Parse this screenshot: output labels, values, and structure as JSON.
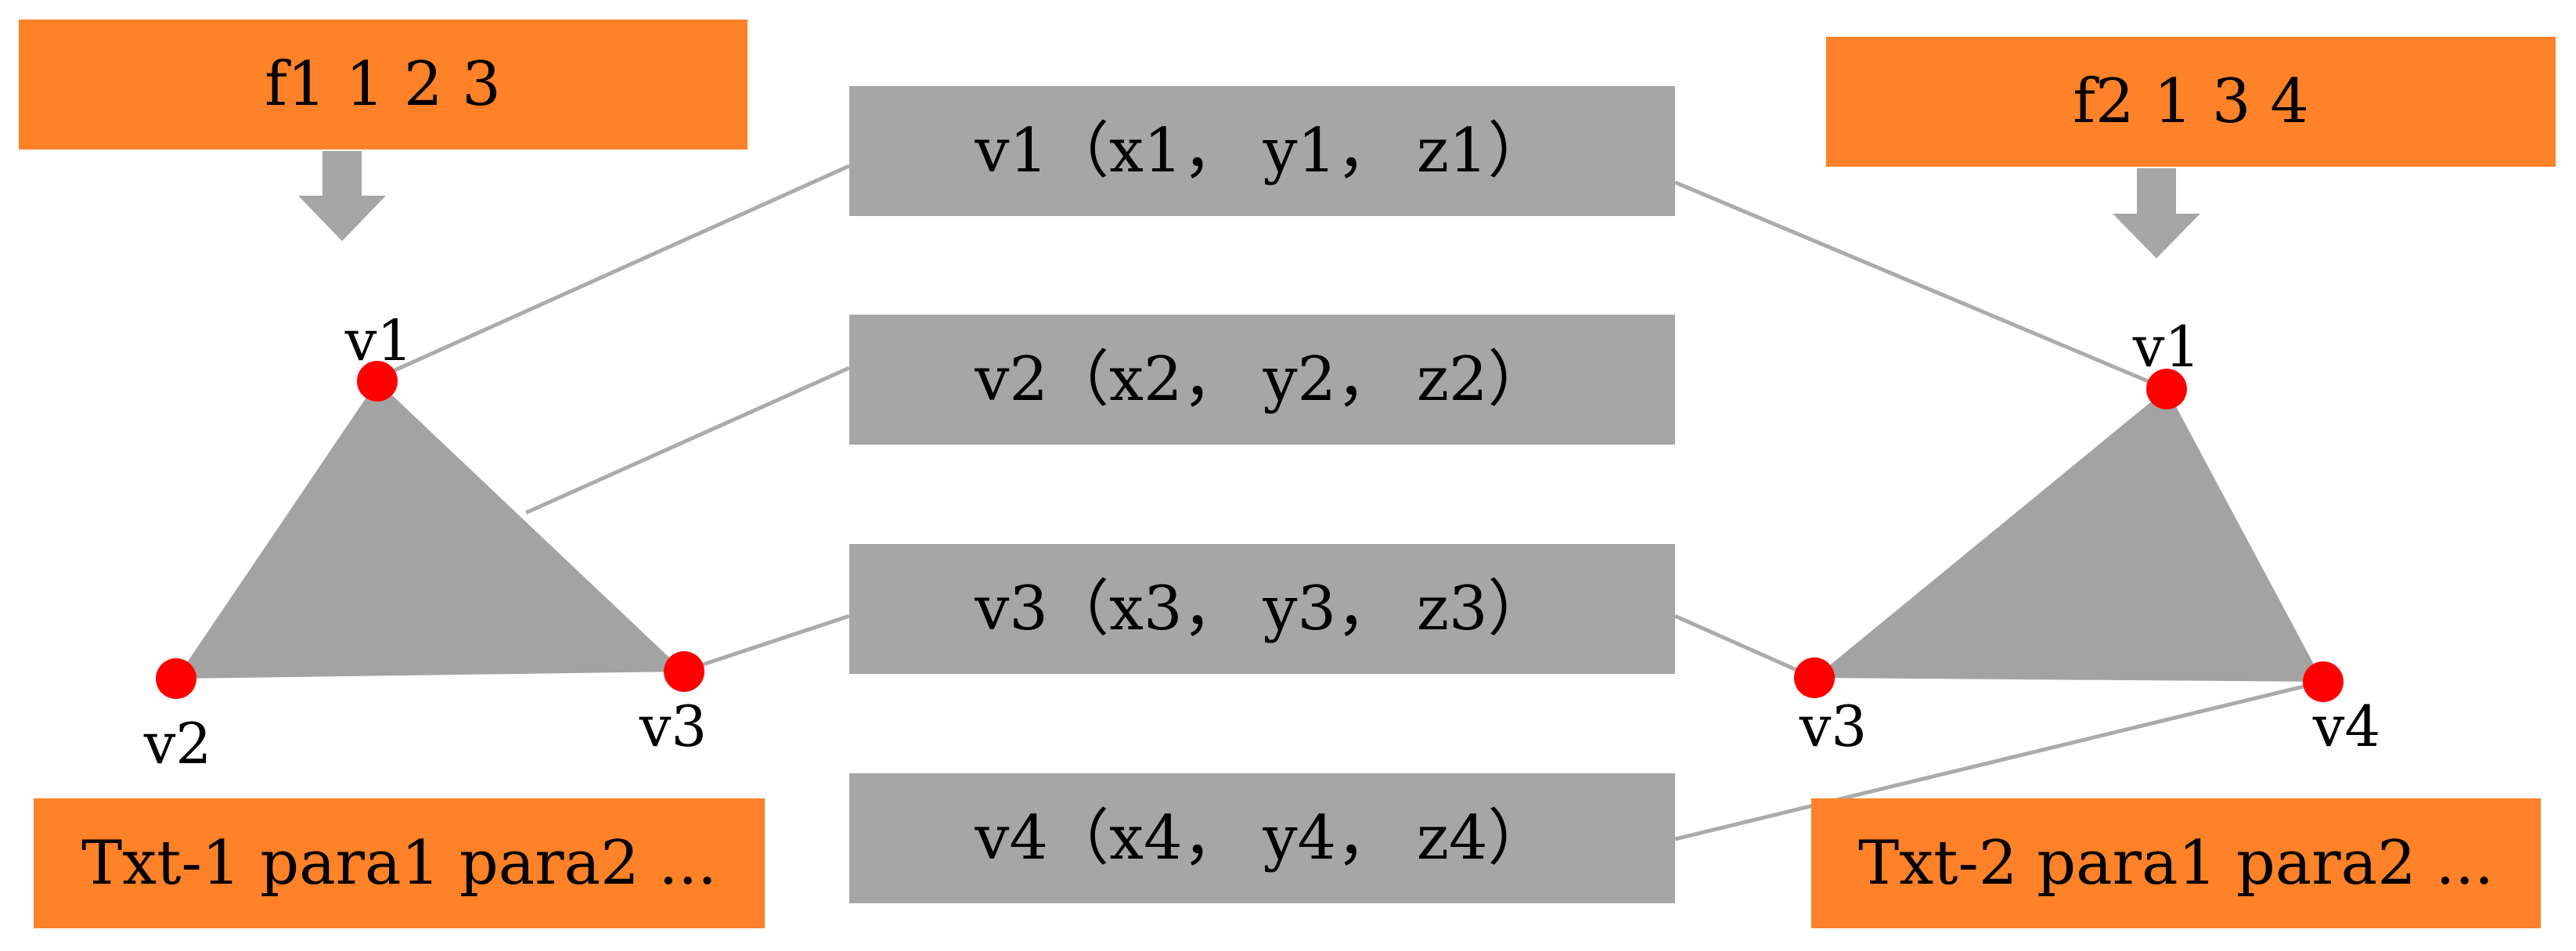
{
  "colors": {
    "orange": "#FF8128",
    "gray_box": "#A6A6A6",
    "triangle": "#A3A3A3",
    "vertex": "#FF0000",
    "line": "#ABABAB"
  },
  "face1": {
    "header": "f1  1  2  3",
    "vertex_labels": [
      "v1",
      "v2",
      "v3"
    ],
    "footer": "Txt-1  para1  para2  ..."
  },
  "face2": {
    "header": "f2  1  3  4",
    "vertex_labels": [
      "v1",
      "v3",
      "v4"
    ],
    "footer": "Txt-2  para1  para2  ..."
  },
  "vertex_list": [
    "v1（x1， y1， z1）",
    "v2（x2， y2， z2）",
    "v3（x3， y3， z3）",
    "v4（x4， y4， z4）"
  ]
}
